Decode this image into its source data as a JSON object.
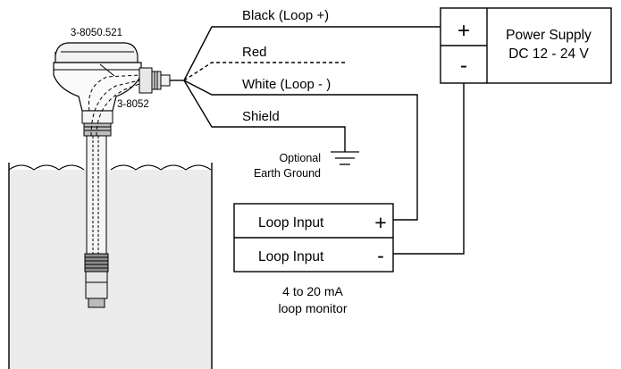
{
  "sensor": {
    "head_part_number": "3-8050.521",
    "body_part_number": "3-8052"
  },
  "wires": {
    "black": "Black (Loop +)",
    "red": "Red",
    "white": "White (Loop - )",
    "shield": "Shield"
  },
  "ground": {
    "line1": "Optional",
    "line2": "Earth Ground"
  },
  "power_supply": {
    "plus": "+",
    "minus": "-",
    "line1": "Power Supply",
    "line2": "DC 12 - 24 V"
  },
  "loop_monitor": {
    "input_plus_label": "Loop Input",
    "plus": "+",
    "input_minus_label": "Loop Input",
    "minus": "-",
    "caption_line1": "4 to 20 mA",
    "caption_line2": "loop monitor"
  }
}
